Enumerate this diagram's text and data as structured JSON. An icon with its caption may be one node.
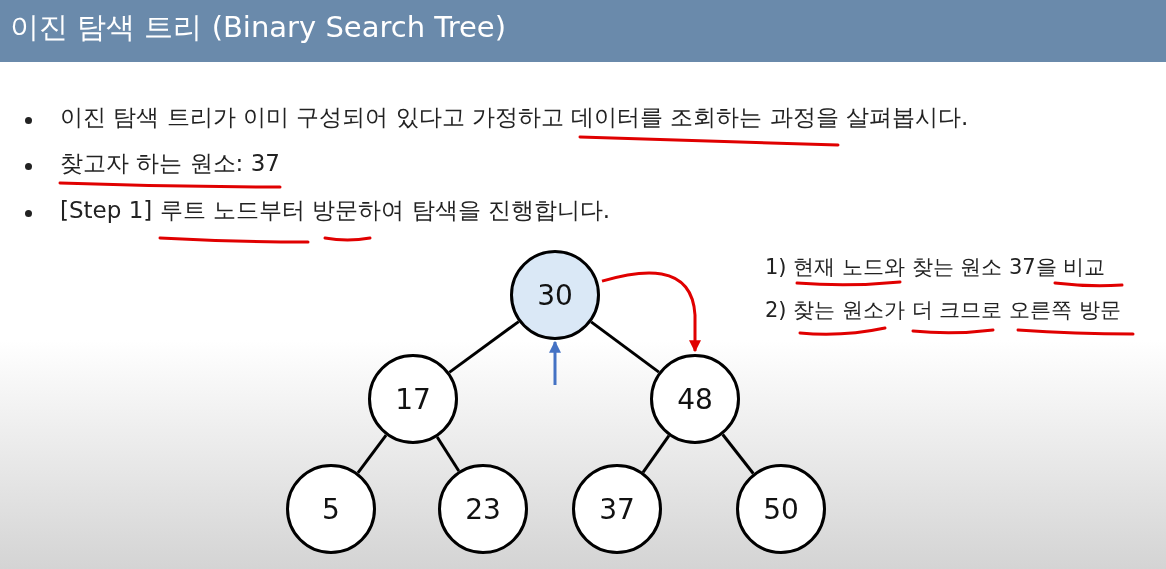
{
  "diagram": {
    "title": "이진 탐색 트리 (Binary Search Tree)",
    "nodes": [
      {
        "text": [
          "30"
        ]
      },
      {
        "text": [
          "17"
        ]
      },
      {
        "text": [
          "48"
        ]
      },
      {
        "text": [
          "5"
        ]
      },
      {
        "text": [
          "23"
        ]
      },
      {
        "text": [
          "37"
        ]
      },
      {
        "text": [
          "50"
        ]
      }
    ],
    "edges": [
      {
        "from": 0,
        "to": 1,
        "arrow": "none"
      },
      {
        "from": 0,
        "to": 2,
        "arrow": "none"
      },
      {
        "from": 1,
        "to": 3,
        "arrow": "none"
      },
      {
        "from": 1,
        "to": 4,
        "arrow": "none"
      },
      {
        "from": 2,
        "to": 5,
        "arrow": "none"
      },
      {
        "from": 2,
        "to": 6,
        "arrow": "none"
      },
      {
        "from": null,
        "to": 0,
        "arrow": "to",
        "color": "#4472c4"
      },
      {
        "from": 0,
        "to": 2,
        "arrow": "to",
        "color": "#e00000"
      }
    ],
    "labels": [
      "이진 탐색 트리가 이미 구성되어 있다고 가정하고 데이터를 조회하는 과정을 살펴봅시다.",
      "찾고자 하는 원소: 37",
      "[Step 1] 루트 노드부터 방문하여 탐색을 진행합니다.",
      "1)  현재 노드와 찾는 원소 37을 비교",
      "2)  찾는 원소가 더 크므로 오른쪽 방문"
    ]
  }
}
